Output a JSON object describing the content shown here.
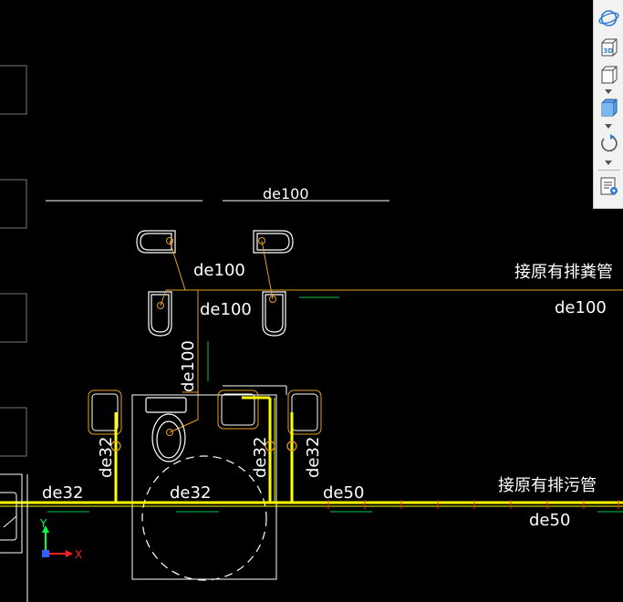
{
  "drawing": {
    "labels": {
      "pipe_top": "de100",
      "pipe_mid_left": "de100",
      "pipe_mid_center": "de100",
      "pipe_right": "de100",
      "pipe_vertical": "de100",
      "connect_sewage": "接原有排粪管",
      "connect_waste": "接原有排污管",
      "de32_left_bottom": "de32",
      "de32_center": "de32",
      "de32_v1": "de32",
      "de32_v2": "de32",
      "de32_v3": "de32",
      "de50_left": "de50",
      "de50_right": "de50"
    },
    "colors": {
      "background": "#000000",
      "drain_pipe": "#e8a020",
      "water_pipe": "#ffff00",
      "fixture": "#ffffff",
      "annotation_line": "#00cc44",
      "valve_mark": "#ff2020",
      "text": "#ffffff"
    }
  },
  "ucs": {
    "x_label": "X",
    "y_label": "Y",
    "x_color": "#ff2020",
    "y_color": "#00ff40",
    "origin_color": "#3060ff"
  },
  "toolbar": {
    "items": [
      {
        "icon": "orbit-icon"
      },
      {
        "icon": "3d-view-icon",
        "text": "3D"
      },
      {
        "icon": "wireframe-cube-icon"
      },
      {
        "icon": "shaded-cube-icon"
      },
      {
        "icon": "rotate-icon"
      },
      {
        "icon": "properties-icon"
      }
    ]
  }
}
